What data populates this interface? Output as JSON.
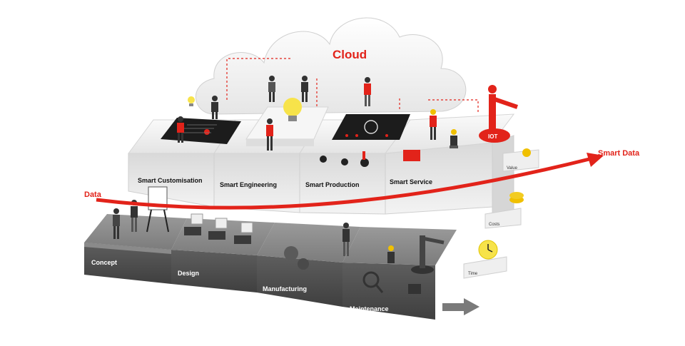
{
  "cloud": {
    "label": "Cloud"
  },
  "flow": {
    "data_label": "Data",
    "smart_data_label": "Smart Data"
  },
  "upper_tiles": [
    {
      "label": "Smart Customisation"
    },
    {
      "label": "Smart Engineering"
    },
    {
      "label": "Smart Production"
    },
    {
      "label": "Smart Service"
    }
  ],
  "lower_tiles": [
    {
      "label": "Concept"
    },
    {
      "label": "Design"
    },
    {
      "label": "Manufacturing"
    },
    {
      "label": "Maintenance"
    }
  ],
  "side_panels": [
    {
      "label": "Value"
    },
    {
      "label": "Costs"
    },
    {
      "label": "Time"
    }
  ],
  "robot": {
    "label": "IOT"
  },
  "colors": {
    "accent": "#e2231a",
    "dark_tile": "#6e6e6e",
    "light_tile": "#eeeeee"
  }
}
